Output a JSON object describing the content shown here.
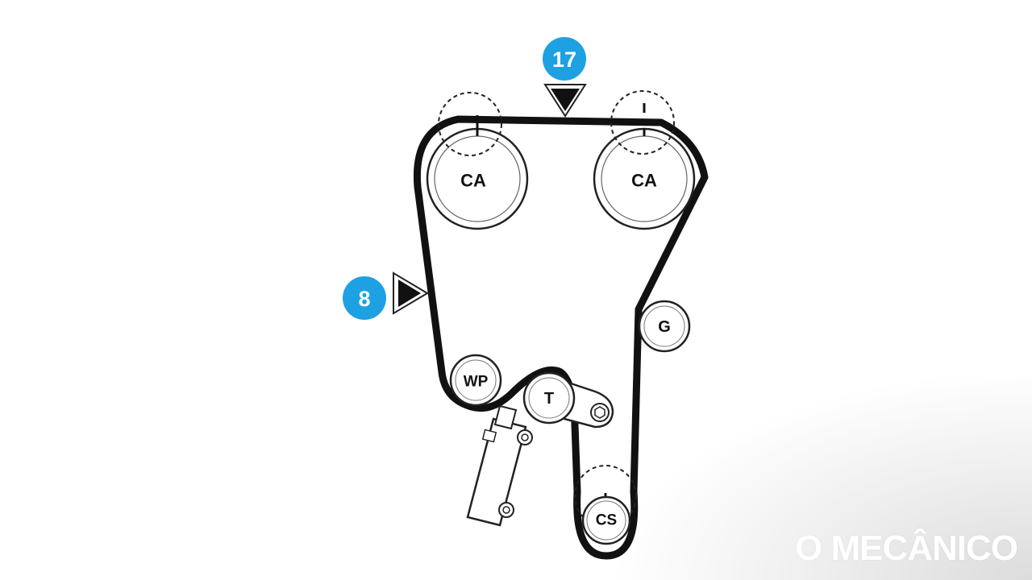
{
  "pulleys": {
    "camshaft_left": "CA",
    "camshaft_right": "CA",
    "water_pump": "WP",
    "tensioner": "T",
    "generator": "G",
    "crankshaft": "CS"
  },
  "callouts": {
    "top": "17",
    "left": "8"
  },
  "watermark": "O MECÂNICO",
  "colors": {
    "callout": "#1da1e3",
    "belt": "#111111",
    "outline": "#222222"
  }
}
